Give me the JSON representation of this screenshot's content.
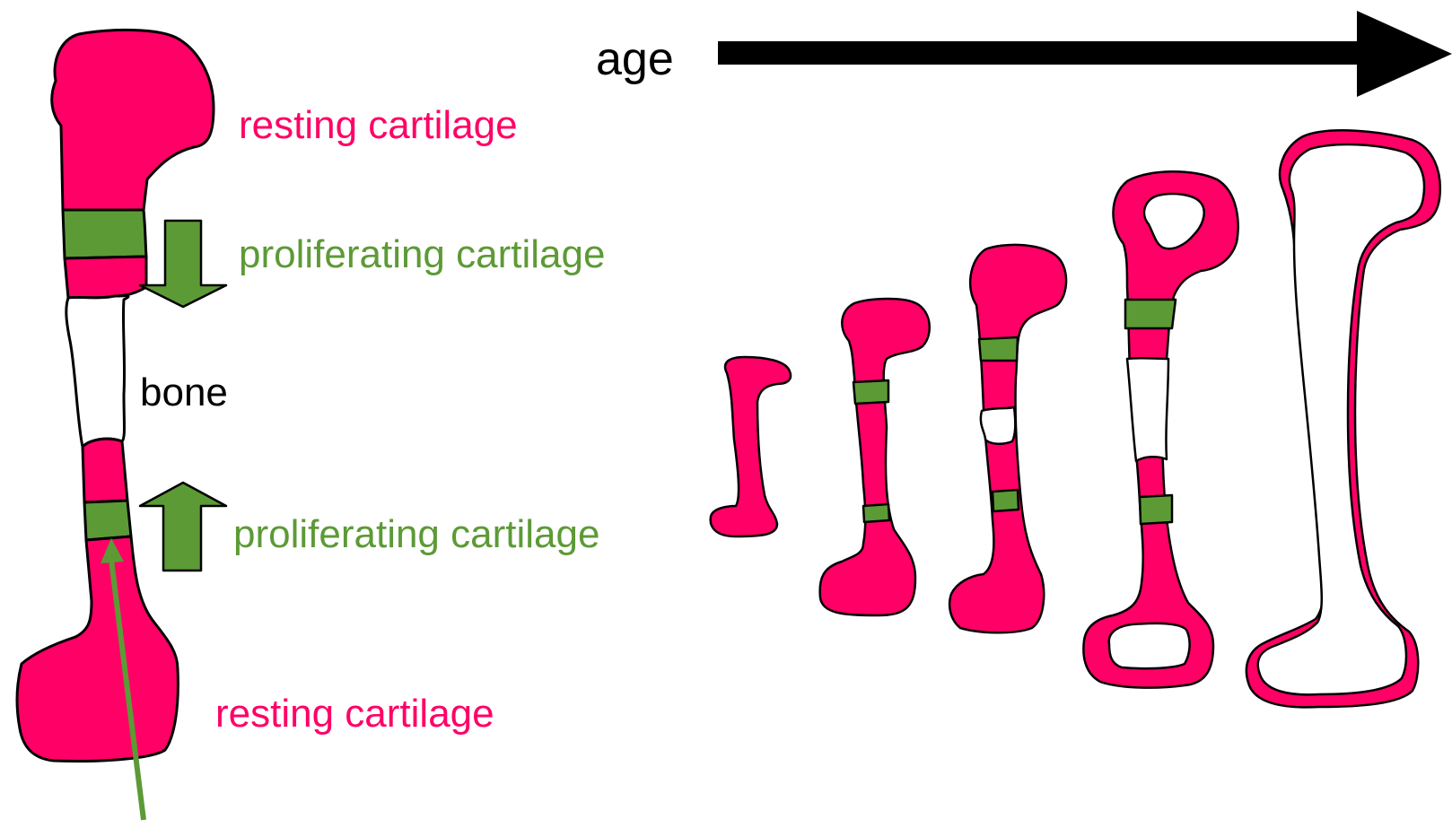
{
  "labels": {
    "age": "age",
    "resting_top": "resting cartilage",
    "proliferating_top": "proliferating cartilage",
    "bone": "bone",
    "proliferating_bottom": "proliferating cartilage",
    "resting_bottom": "resting cartilage"
  },
  "colors": {
    "resting_cartilage": "#ff0066",
    "proliferating_cartilage": "#5c9a36",
    "bone": "#ffffff",
    "outline": "#000000",
    "age_arrow": "#000000"
  },
  "growth_stages_count": 5
}
